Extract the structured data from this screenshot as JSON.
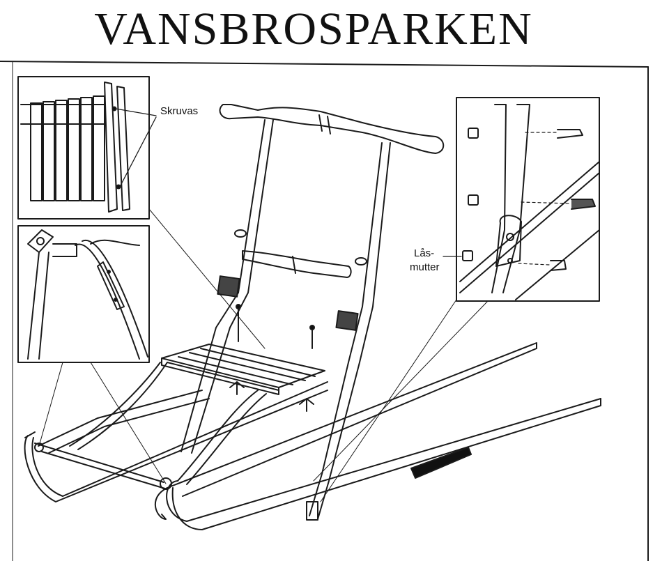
{
  "title": "VANSBROSPARKEN",
  "labels": {
    "skruvas": "Skruvas",
    "las": "Lås-",
    "mutter": "mutter"
  }
}
